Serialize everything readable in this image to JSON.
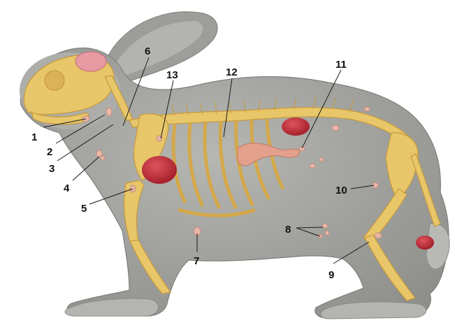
{
  "labels": [
    "1",
    "2",
    "3",
    "4",
    "5",
    "6",
    "7",
    "8",
    "9",
    "10",
    "11",
    "12",
    "13"
  ],
  "colors": {
    "body": "#a9aaa6",
    "body_shadow": "#8c8d89",
    "bone": "#e8c66a",
    "bone_dark": "#c89a3a",
    "organ": "#c0303a",
    "node": "#e8b7a8",
    "brain": "#e79aa2"
  }
}
